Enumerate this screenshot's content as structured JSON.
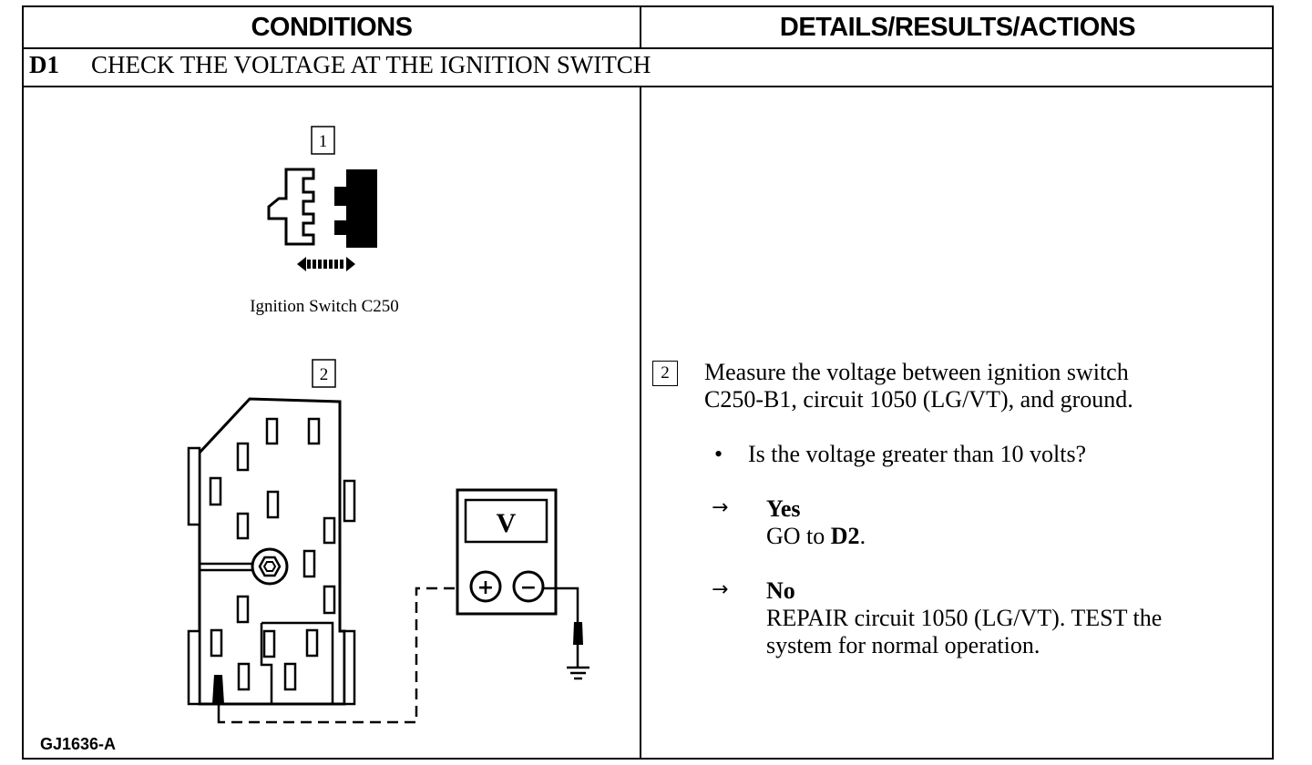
{
  "header": {
    "conditions_label": "CONDITIONS",
    "details_label": "DETAILS/RESULTS/ACTIONS"
  },
  "step": {
    "id": "D1",
    "title": "CHECK THE VOLTAGE AT THE IGNITION SWITCH"
  },
  "figure": {
    "callout_1": "1",
    "connector_caption": "Ignition Switch C250",
    "callout_2": "2",
    "meter_label": "V",
    "plus_symbol": "+",
    "minus_symbol": "−",
    "figure_id": "GJ1636-A"
  },
  "details": {
    "step_number": "2",
    "instruction_line1": "Measure the voltage between ignition switch",
    "instruction_line2": "C250-B1, circuit 1050 (LG/VT), and ground.",
    "bullet_symbol": "•",
    "question": "Is the voltage greater than 10 volts?",
    "arrow_symbol": "→",
    "yes_label": "Yes",
    "yes_action_prefix": "GO to ",
    "yes_action_target": "D2",
    "yes_action_suffix": ".",
    "no_label": "No",
    "no_action_line1": "REPAIR circuit 1050 (LG/VT). TEST the",
    "no_action_line2": "system for normal operation."
  }
}
